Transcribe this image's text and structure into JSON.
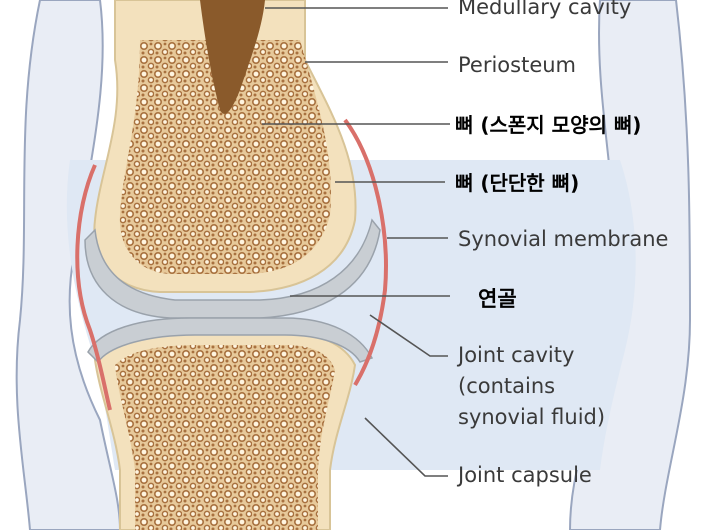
{
  "labels": {
    "medullary_cavity": "Medullary cavity",
    "periosteum": "Periosteum",
    "spongy_bone_ko": "뼈 (스폰지 모양의 뼈)",
    "compact_bone_ko": "뼈 (단단한 뼈)",
    "synovial_membrane": "Synovial membrane",
    "cartilage_ko": "연골",
    "joint_cavity_line1": "Joint cavity",
    "joint_cavity_line2": "(contains",
    "joint_cavity_line3": "synovial fluid)",
    "joint_capsule": "Joint capsule"
  },
  "colors": {
    "bone_cream": "#f3e1bd",
    "spongy_bone": "#b07a45",
    "marrow": "#8a5a2b",
    "cartilage": "#c9ced3",
    "membrane_red": "#d9706a",
    "capsule": "#e9ecf3",
    "leader_line": "#555555"
  }
}
